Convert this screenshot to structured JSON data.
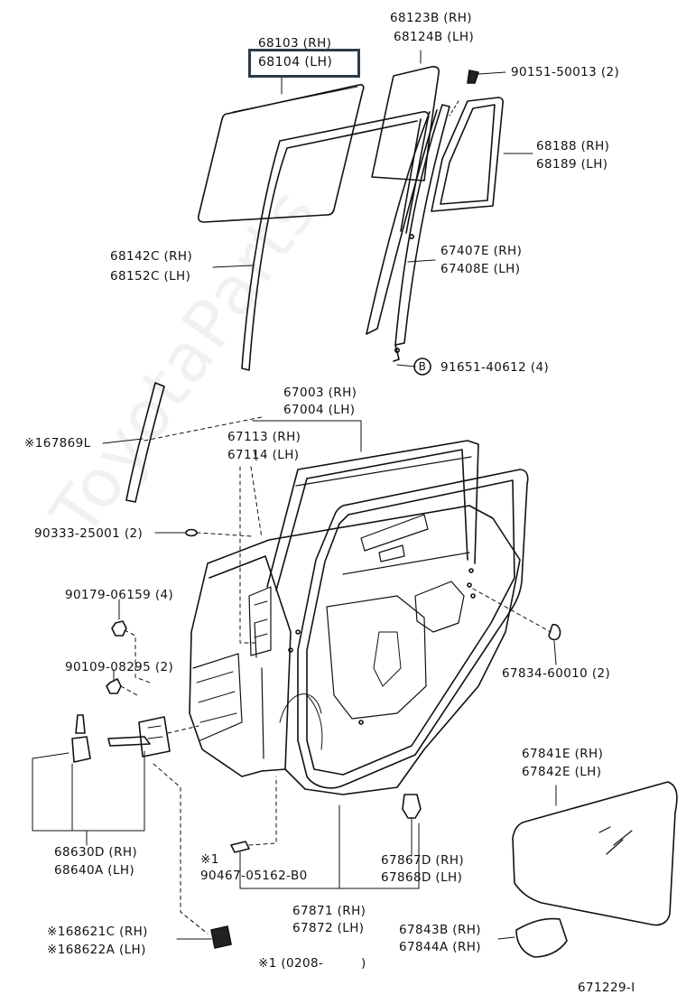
{
  "labels": {
    "p68103": "68103 (RH)",
    "p68104": "68104 (LH)",
    "p68123B": "68123B (RH)",
    "p68124B": "68124B (LH)",
    "p90151": "90151-50013 (2)",
    "p68188": "68188 (RH)",
    "p68189": "68189 (LH)",
    "p68142C": "68142C (RH)",
    "p68152C": "68152C (LH)",
    "p67407E": "67407E (RH)",
    "p67408E": "67408E (LH)",
    "p91651": "91651-40612 (4)",
    "circle_b": "B",
    "p67003": "67003 (RH)",
    "p67004": "67004 (LH)",
    "p167869L": "※167869L",
    "p67113": "67113 (RH)",
    "p67114": "67114 (LH)",
    "p90333": "90333-25001 (2)",
    "p90179": "90179-06159 (4)",
    "p67834": "67834-60010 (2)",
    "p90109": "90109-08295 (2)",
    "p67841E": "67841E (RH)",
    "p67842E": "67842E (LH)",
    "p68630D": "68630D (RH)",
    "p68640A": "68640A (LH)",
    "p_note1": "※1",
    "p90467": "90467-05162-B0",
    "p67867D": "67867D (RH)",
    "p67868D": "67868D (LH)",
    "p67871": "67871 (RH)",
    "p67872": "67872 (LH)",
    "p67843B": "67843B (RH)",
    "p67844A": "67844A (RH)",
    "p168621C": "※168621C (RH)",
    "p168622A": "※168622A (LH)",
    "footnote": "※1 (0208-　　　)",
    "diagram_no": "671229-I"
  },
  "watermark": "ToyotaParts"
}
